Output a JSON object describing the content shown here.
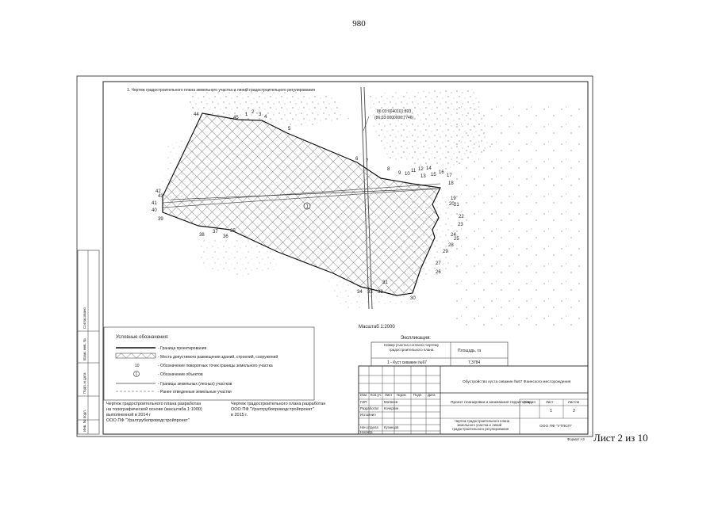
{
  "page_number": "980",
  "sheet_footer": "Лист 2 из 10",
  "drawing": {
    "title": "1. Чертеж градостроительного плана земельного участка и линий градостроительного регулирования",
    "cadastral_1": "86:03:0040101:893",
    "cadastral_2": "(86:03:0000000:7746)",
    "object_marker": "1",
    "point_numbers": [
      "44",
      "45",
      "1",
      "2",
      "3",
      "4",
      "5",
      "6",
      "7",
      "8",
      "9",
      "10",
      "11",
      "12",
      "13",
      "14",
      "15",
      "16",
      "17",
      "18",
      "19",
      "20",
      "21",
      "22",
      "23",
      "24",
      "25",
      "26",
      "27",
      "28",
      "29",
      "30",
      "31",
      "32",
      "33",
      "34",
      "35",
      "36",
      "37",
      "38",
      "39",
      "40",
      "41",
      "42",
      "43"
    ]
  },
  "legend": {
    "title": "Условные обозначения:",
    "items": [
      {
        "symbol": "",
        "text": "- Граница проектирования"
      },
      {
        "symbol": "",
        "text": "- Места допустимого размещения зданий, строений, сооружений"
      },
      {
        "symbol": "10",
        "text": "- Обозначение поворотных точек границы земельного участка"
      },
      {
        "symbol": "1",
        "text": "- Обозначение объектов"
      },
      {
        "symbol": "",
        "text": "- Границы земельных (лесных) участков"
      },
      {
        "symbol": "",
        "text": "- Ранее отведенные земельные участки"
      }
    ]
  },
  "scale": "Масштаб 1:2000",
  "explication": {
    "title": "Экспликация:",
    "headers": [
      "Номер участка согласно чертежу градостроительного плана",
      "Площадь, га"
    ],
    "row": [
      "1 - Куст скважин №67",
      "7,3784"
    ]
  },
  "notes": {
    "left": [
      "Чертеж градостроительного плана разработан",
      "на топографической основе (масштаба 1:1000)",
      "выполненной в 2014 г",
      "ООО ПФ \"Уралтрубопроводстройпроект\""
    ],
    "right": [
      "Чертеж градостроительного плана разработан",
      "ООО ПФ \"Уралтрубопроводстройпроект\"",
      "в 2015 г."
    ]
  },
  "title_block": {
    "object": "Обустройство куста скважин №67 Фаинского месторождения",
    "document": "Проект планировки и межевания территории",
    "sheet_title": [
      "Чертеж градостроительного плана",
      "земельного участка и линий",
      "градостроительного регулирования"
    ],
    "org": "ООО ПФ \"УТПСП\"",
    "stage_header": "Стадия",
    "sheet_header": "Лист",
    "sheets_header": "Листов",
    "sheet_value": "1",
    "sheets_value": "2",
    "col_headers": [
      "Изм.",
      "Кол.уч.",
      "Лист",
      "№док.",
      "Подп.",
      "Дата"
    ],
    "roles": [
      "ГИП",
      "Разработал",
      "Исполнил",
      "",
      "Нач.отдела",
      "Н.контр."
    ],
    "names": [
      "Матвеев",
      "Кочергин",
      "",
      "",
      "Кузнецов",
      ""
    ],
    "format": "Формат А3"
  },
  "side_labels": [
    "Согласовано",
    "Взам. инв. №",
    "Подп. и дата",
    "Инв. № подл."
  ]
}
